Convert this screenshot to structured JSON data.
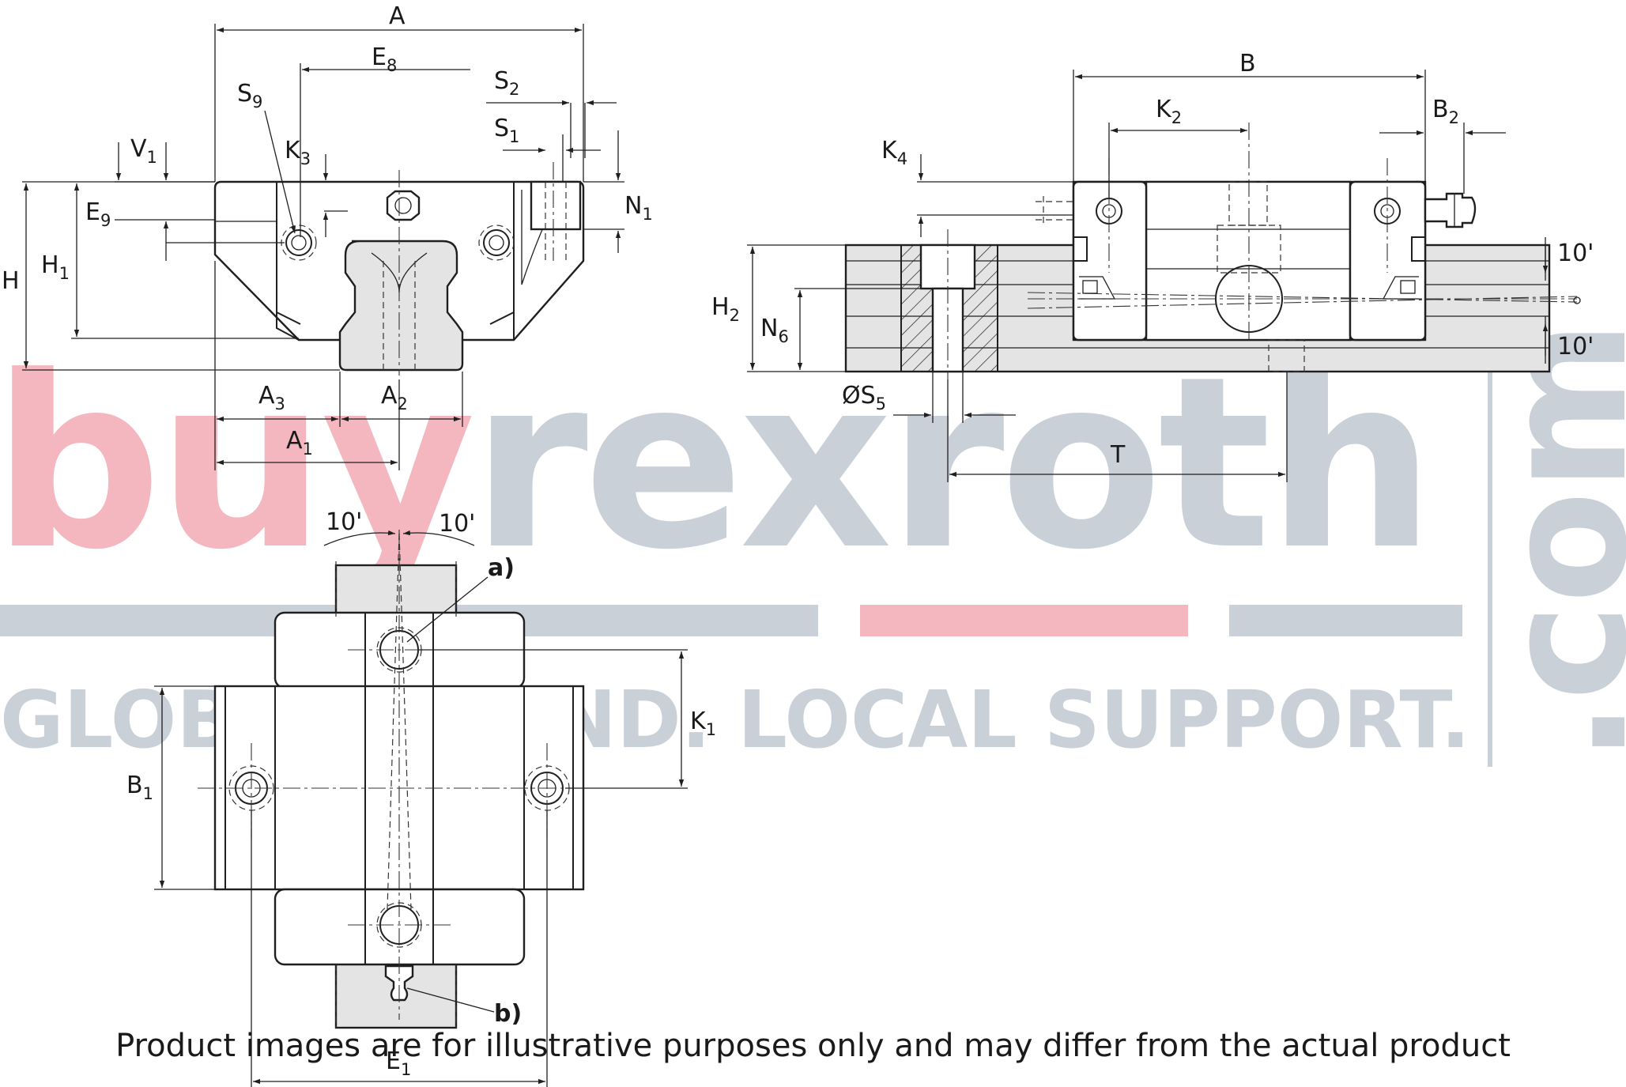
{
  "watermark": {
    "brand_part1": "buy",
    "brand_part2": "rexroth",
    "brand_suffix": ".com",
    "tagline": "GLOBAL BRAND. LOCAL SUPPORT.",
    "color_red": "#f4b7bf",
    "color_grey": "#c9d0d8"
  },
  "labels": {
    "A": "A",
    "E8": "E",
    "E8_sub": "8",
    "S9": "S",
    "S9_sub": "9",
    "S2": "S",
    "S2_sub": "2",
    "S1": "S",
    "S1_sub": "1",
    "V1": "V",
    "V1_sub": "1",
    "K3": "K",
    "K3_sub": "3",
    "N1": "N",
    "N1_sub": "1",
    "E9": "E",
    "E9_sub": "9",
    "H": "H",
    "H1": "H",
    "H1_sub": "1",
    "A3": "A",
    "A3_sub": "3",
    "A2": "A",
    "A2_sub": "2",
    "A1": "A",
    "A1_sub": "1",
    "B": "B",
    "K2": "K",
    "K2_sub": "2",
    "B2": "B",
    "B2_sub": "2",
    "K4": "K",
    "K4_sub": "4",
    "H2": "H",
    "H2_sub": "2",
    "N6": "N",
    "N6_sub": "6",
    "S5": "ØS",
    "S5_sub": "5",
    "T": "T",
    "angle_top_right": "10'",
    "angle_bottom_right": "10'",
    "angle_left": "10'",
    "angle_right": "10'",
    "note_a": "a)",
    "note_b": "b)",
    "K1": "K",
    "K1_sub": "1",
    "B1": "B",
    "B1_sub": "1",
    "E1": "E",
    "E1_sub": "1"
  },
  "disclaimer": "Product images are for illustrative purposes only and may differ from the actual product"
}
